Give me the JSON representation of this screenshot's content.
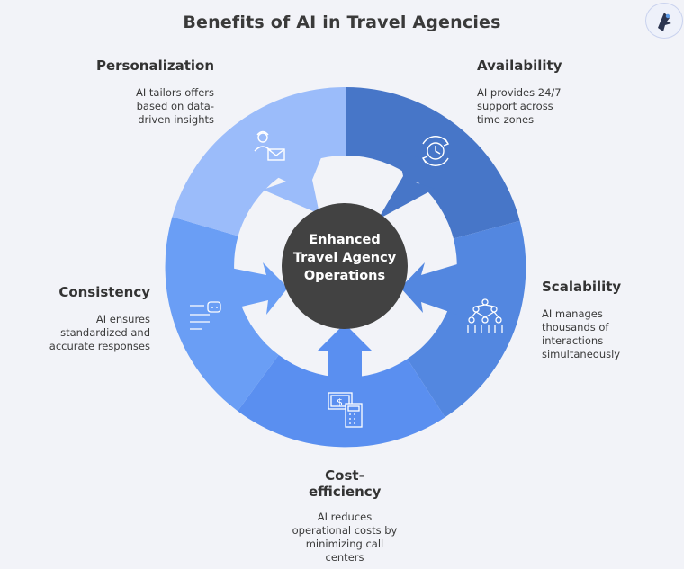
{
  "title": "Benefits of AI in Travel Agencies",
  "center_label": "Enhanced Travel Agency Operations",
  "colors": {
    "background": "#f2f3f8",
    "center": "#424242",
    "personalization": "#9bbcfa",
    "availability": "#4776c8",
    "scalability": "#5387e0",
    "cost_efficiency": "#5a8ff0",
    "consistency": "#6a9ef5"
  },
  "benefits": [
    {
      "key": "personalization",
      "title": "Personalization",
      "description": "AI tailors offers based on data-driven insights",
      "icon": "person-mail-icon"
    },
    {
      "key": "availability",
      "title": "Availability",
      "description": "AI provides 24/7 support across time zones",
      "icon": "clock-cycle-icon"
    },
    {
      "key": "scalability",
      "title": "Scalability",
      "description": "AI manages thousands of interactions simultaneously",
      "icon": "network-people-icon"
    },
    {
      "key": "cost_efficiency",
      "title": "Cost-efficiency",
      "description": "AI reduces operational costs by minimizing call centers",
      "icon": "money-calculator-icon"
    },
    {
      "key": "consistency",
      "title": "Consistency",
      "description": "AI ensures standardized and accurate responses",
      "icon": "robot-text-icon"
    }
  ]
}
